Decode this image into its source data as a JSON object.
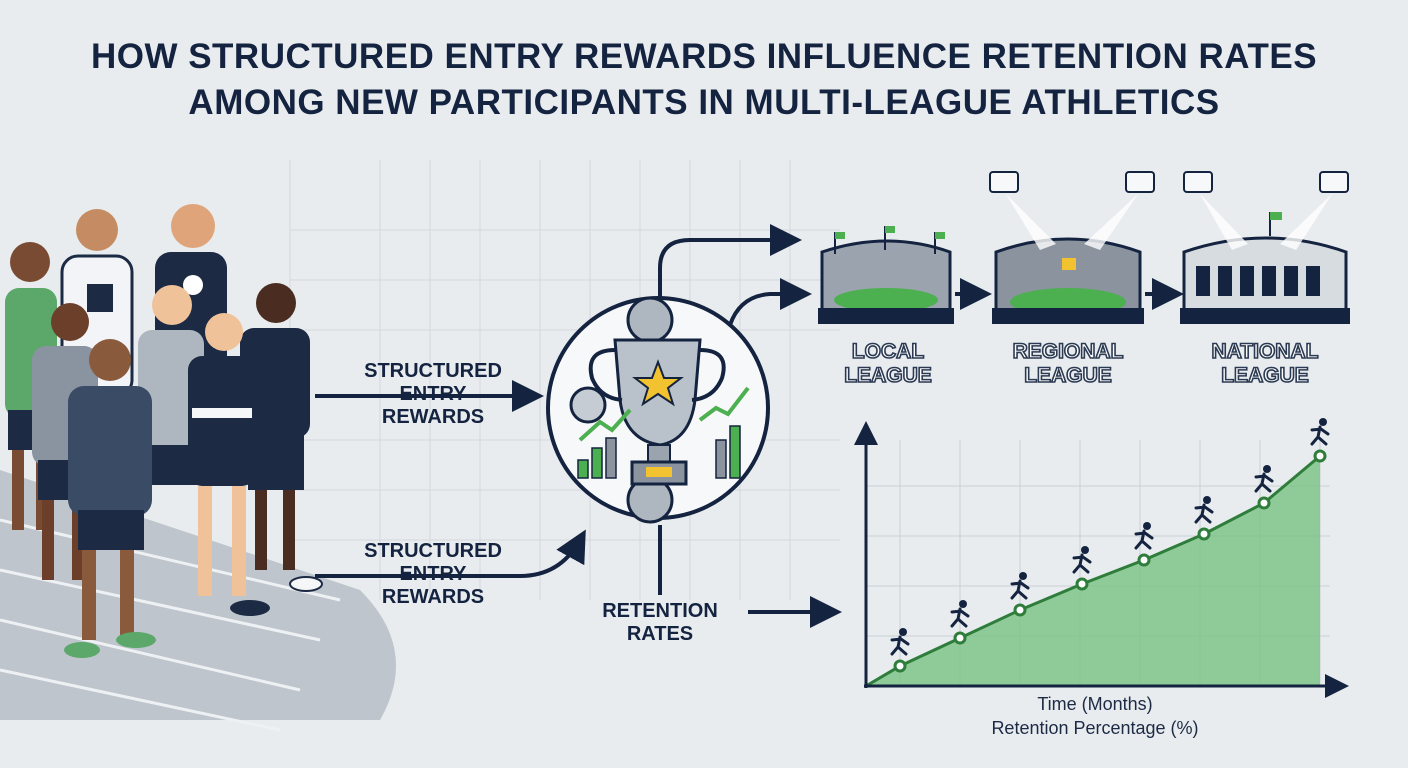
{
  "title": {
    "line1": "HOW STRUCTURED ENTRY REWARDS INFLUENCE RETENTION RATES",
    "line2": "AMONG NEW PARTICIPANTS IN MULTI-LEAGUE ATHLETICS"
  },
  "labels": {
    "rewards_top": [
      "STRUCTURED",
      "ENTRY",
      "REWARDS"
    ],
    "rewards_bottom": [
      "STRUCTURED",
      "ENTRY",
      "REWARDS"
    ],
    "retention": [
      "RETENTION",
      "RATES"
    ]
  },
  "leagues": [
    {
      "line1": "LOCAL",
      "line2": "LEAGUE"
    },
    {
      "line1": "REGIONAL",
      "line2": "LEAGUE"
    },
    {
      "line1": "NATIONAL",
      "line2": "LEAGUE"
    }
  ],
  "chart": {
    "xlabel": "Time (Months)",
    "ylabel": "Retention Percentage (%)",
    "points": 8
  },
  "colors": {
    "navy": "#14233f",
    "green": "#4caf50",
    "light_green": "#a5d6a7",
    "silver": "#9aa3ae",
    "gold": "#f2c230"
  }
}
